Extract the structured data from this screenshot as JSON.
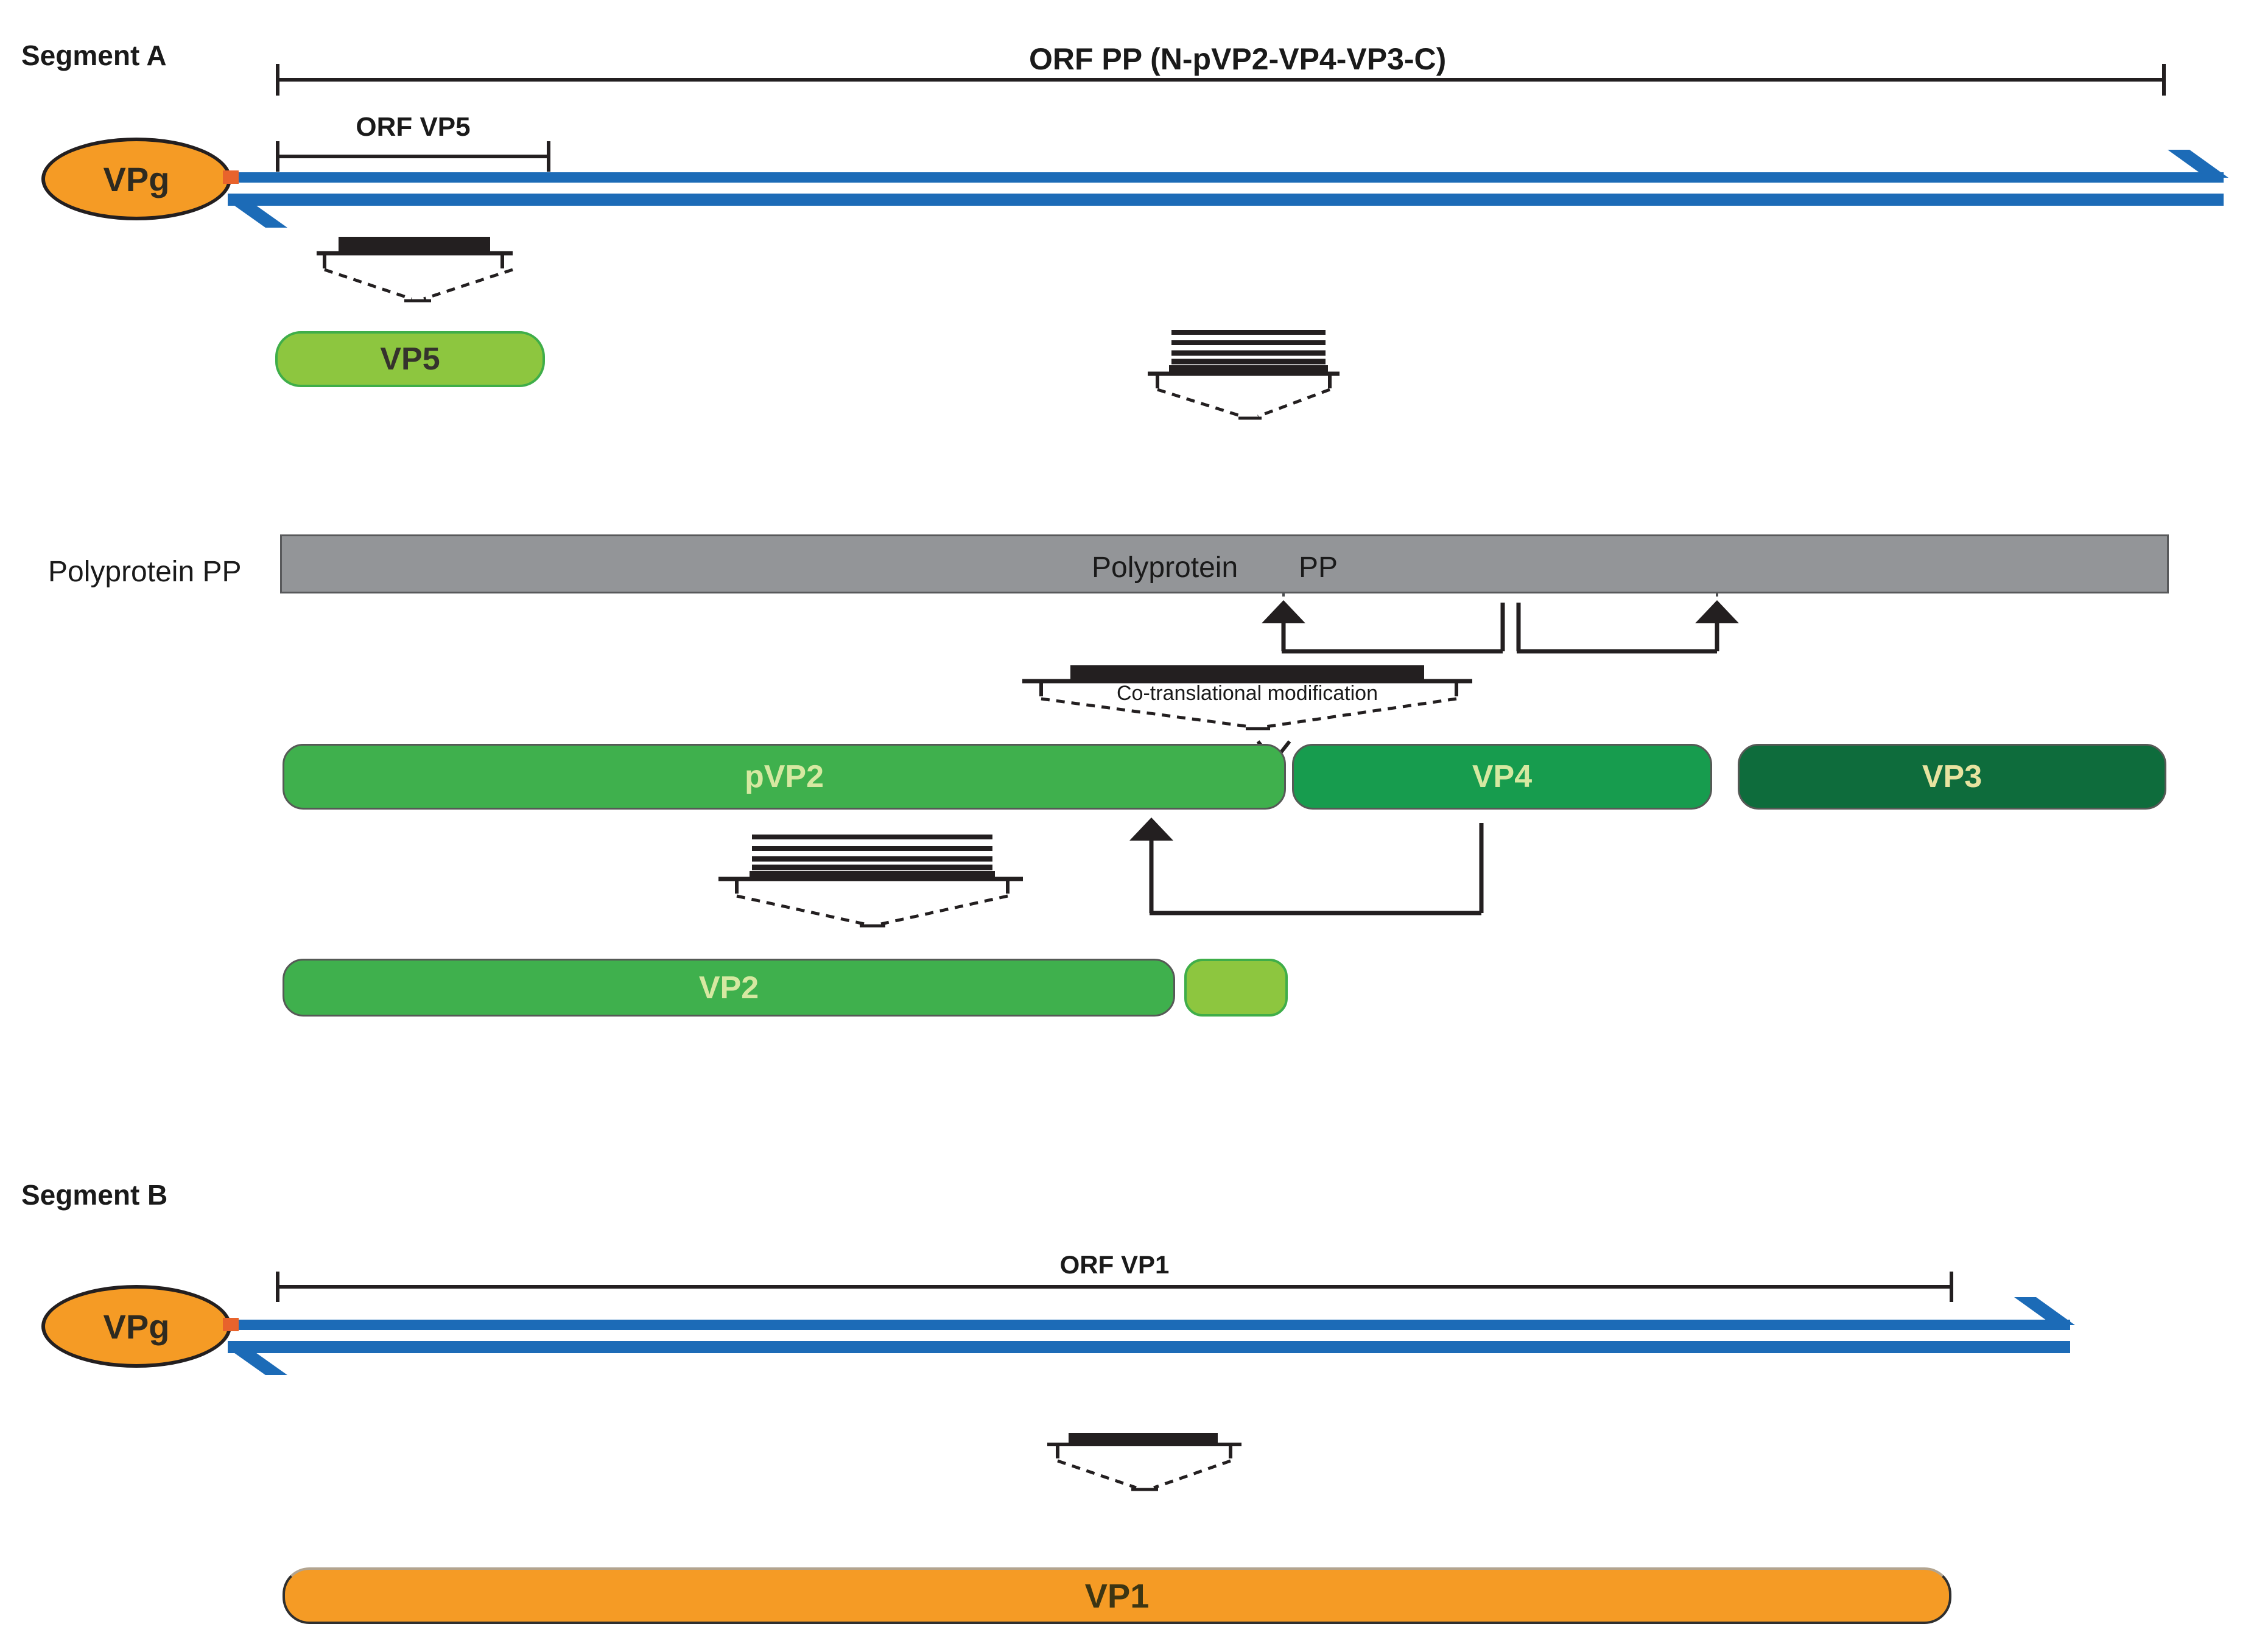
{
  "segment_a": {
    "label": "Segment A",
    "orf_pp": "ORF PP (N-pVP2-VP4-VP3-C)",
    "orf_vp5": "ORF VP5",
    "vpg": "VPg",
    "vp5": "VP5"
  },
  "polyprotein": {
    "left_label": "Polyprotein PP",
    "bar_text_left": "Polyprotein",
    "bar_text_right": "PP",
    "cotranslational": "Co-translational modification",
    "pvp2": "pVP2",
    "vp4": "VP4",
    "vp3": "VP3",
    "vp2": "VP2"
  },
  "segment_b": {
    "label": "Segment B",
    "orf_vp1": "ORF VP1",
    "vpg": "VPg",
    "vp1": "VP1"
  },
  "colors": {
    "strand_blue": "#1c6bb7",
    "vpg_orange": "#f59b25",
    "linker_orange": "#e8632c",
    "light_green": "#8dc63f",
    "medium_green": "#3fb04d",
    "emerald_green": "#179c4e",
    "dark_green": "#0e6c3c",
    "bar_gray": "#939598",
    "ink": "#231f20"
  }
}
